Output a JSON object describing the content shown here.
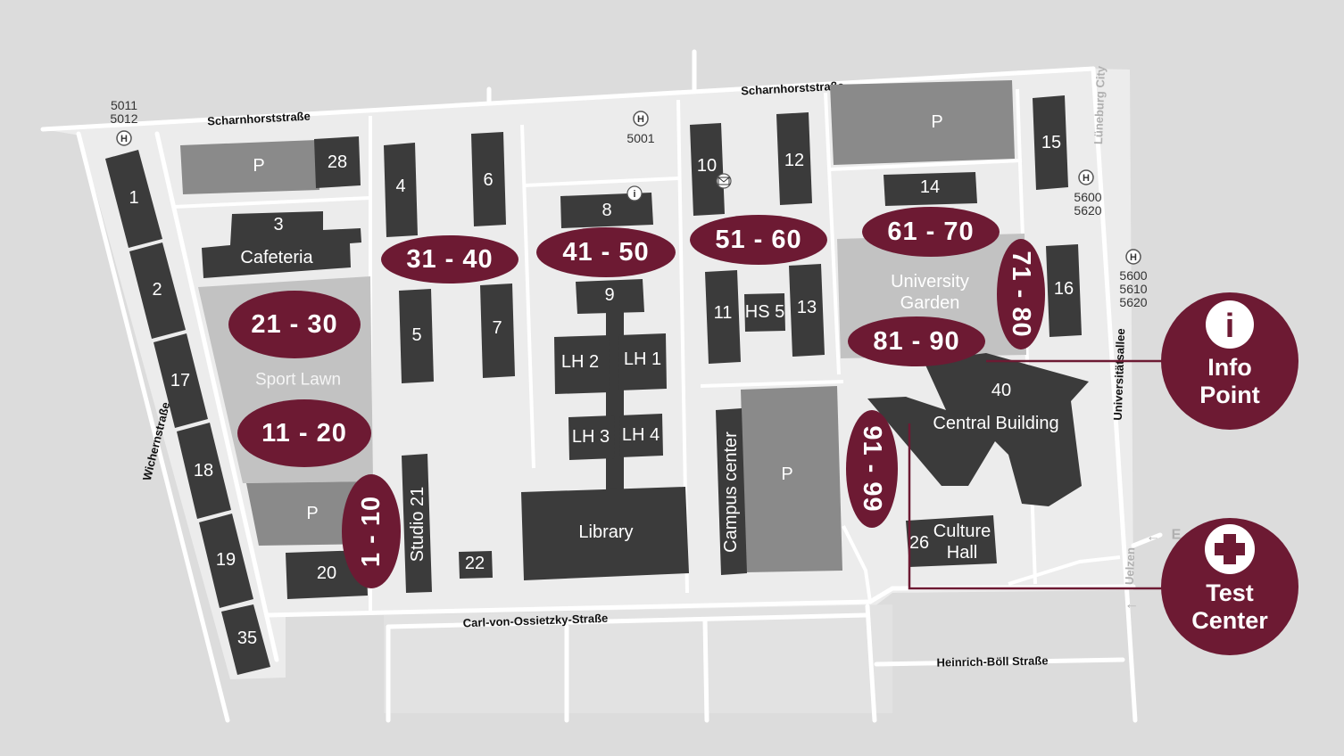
{
  "colors": {
    "background": "#dcdcdc",
    "campus": "#ececec",
    "building": "#3b3b3b",
    "parking": "#8a8a8a",
    "lawn": "#c2c2c2",
    "zone": "#6d1a33",
    "road": "#ffffff"
  },
  "streets": {
    "scharnhorst_left": "Scharnhorststraße",
    "scharnhorst_right": "Scharnhorststraße",
    "wichern": "Wichernstraße",
    "carl": "Carl-von-Ossietzky-Straße",
    "heinrich": "Heinrich-Böll Straße",
    "universitaetsallee": "Universitätsallee",
    "lueneburg_city": "Lüneburg City",
    "uelzen": "Uelzen",
    "exit_letter": "E"
  },
  "bus_stops": {
    "icon_letter": "H",
    "nw_lines": [
      "5011",
      "5012"
    ],
    "center_lines": [
      "5001"
    ],
    "ne_lines": [
      "5600",
      "5620"
    ],
    "east_lines": [
      "5600",
      "5610",
      "5620"
    ]
  },
  "buildings": {
    "b1": "1",
    "b2": "2",
    "b17": "17",
    "b18": "18",
    "b19": "19",
    "b35": "35",
    "b28": "28",
    "b3": "3",
    "cafeteria": "Cafeteria",
    "b4": "4",
    "b6": "6",
    "b5": "5",
    "b7": "7",
    "studio21": "Studio 21",
    "b22": "22",
    "b20": "20",
    "b8": "8",
    "b9": "9",
    "lh1": "LH 1",
    "lh2": "LH 2",
    "lh3": "LH 3",
    "lh4": "LH 4",
    "library": "Library",
    "b10": "10",
    "b12": "12",
    "b11": "11",
    "hs5": "HS 5",
    "b13": "13",
    "campus_center": "Campus center",
    "b14": "14",
    "b15": "15",
    "b16": "16",
    "b40": "40",
    "central_building": "Central Building",
    "b26": "26",
    "culture_hall_1": "Culture",
    "culture_hall_2": "Hall"
  },
  "parking_label": "P",
  "areas": {
    "sport_lawn": "Sport Lawn",
    "garden_1": "University",
    "garden_2": "Garden"
  },
  "zones": {
    "z1_10": "1 - 10",
    "z11_20": "11 - 20",
    "z21_30": "21 - 30",
    "z31_40": "31 - 40",
    "z41_50": "41 - 50",
    "z51_60": "51 - 60",
    "z61_70": "61 - 70",
    "z71_80": "71 - 80",
    "z81_90": "81 - 90",
    "z91_99": "91 - 99"
  },
  "info_point": {
    "icon": "i",
    "line1": "Info",
    "line2": "Point"
  },
  "test_center": {
    "line1": "Test",
    "line2": "Center"
  }
}
